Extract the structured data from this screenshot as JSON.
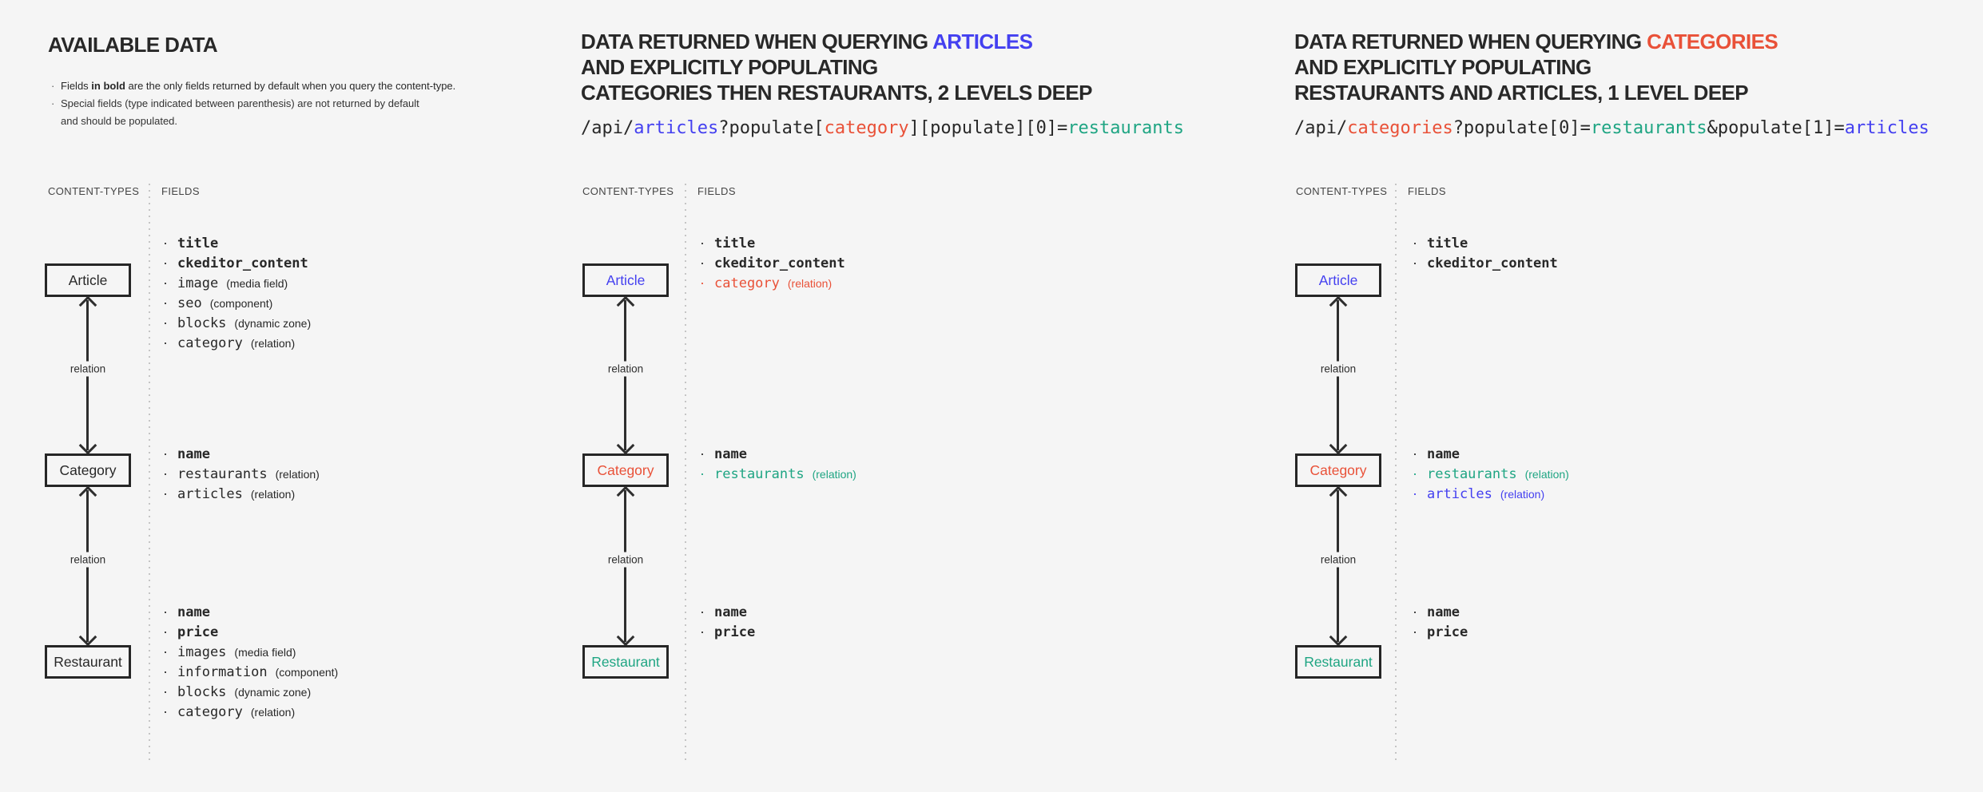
{
  "palette": {
    "background": "#f5f5f5",
    "ink": "#262626",
    "blue": "#4440f0",
    "red": "#e95138",
    "teal": "#1fa583",
    "divider_dots": "#c5c5c5"
  },
  "columns": [
    {
      "name": "available-data",
      "title_lines": [
        {
          "segments": [
            {
              "text": "AVAILABLE DATA",
              "color": "dark"
            }
          ]
        }
      ],
      "notes": {
        "line1_segments": [
          {
            "text": "Fields ",
            "color": "dark"
          },
          {
            "text": "in bold",
            "color": "dark",
            "bold": true
          },
          {
            "text": " are the only fields returned by default when you query the content-type.",
            "color": "dark"
          }
        ],
        "line2": "Special fields (type indicated between parenthesis) are not returned by default",
        "line3": "and should be populated."
      },
      "headers": {
        "content_types": "CONTENT-TYPES",
        "fields": "FIELDS"
      },
      "relation_label": "relation",
      "types": [
        {
          "box_label": "Article",
          "fields": [
            {
              "name": "title",
              "bold": true
            },
            {
              "name": "ckeditor_content",
              "bold": true
            },
            {
              "name": "image",
              "annotation": "(media field)"
            },
            {
              "name": "seo",
              "annotation": "(component)"
            },
            {
              "name": "blocks",
              "annotation": "(dynamic zone)"
            },
            {
              "name": "category",
              "annotation": "(relation)"
            }
          ]
        },
        {
          "box_label": "Category",
          "fields": [
            {
              "name": "name",
              "bold": true
            },
            {
              "name": "restaurants",
              "annotation": "(relation)"
            },
            {
              "name": "articles",
              "annotation": "(relation)"
            }
          ]
        },
        {
          "box_label": "Restaurant",
          "fields": [
            {
              "name": "name",
              "bold": true
            },
            {
              "name": "price",
              "bold": true
            },
            {
              "name": "images",
              "annotation": "(media field)"
            },
            {
              "name": "information",
              "annotation": "(component)"
            },
            {
              "name": "blocks",
              "annotation": "(dynamic zone)"
            },
            {
              "name": "category",
              "annotation": "(relation)"
            }
          ]
        }
      ]
    },
    {
      "name": "query-articles",
      "title_lines": [
        {
          "segments": [
            {
              "text": "DATA RETURNED WHEN QUERYING ",
              "color": "dark"
            },
            {
              "text": "ARTICLES",
              "color": "blue"
            }
          ]
        },
        {
          "segments": [
            {
              "text": "AND EXPLICITLY POPULATING",
              "color": "dark"
            }
          ]
        },
        {
          "segments": [
            {
              "text": "CATEGORIES THEN RESTAURANTS, 2 LEVELS DEEP",
              "color": "dark"
            }
          ]
        }
      ],
      "code_segments": [
        {
          "text": "/api/",
          "color": "dark"
        },
        {
          "text": "articles",
          "color": "blue"
        },
        {
          "text": "?populate[",
          "color": "dark"
        },
        {
          "text": "category",
          "color": "red"
        },
        {
          "text": "][populate][0]=",
          "color": "dark"
        },
        {
          "text": "restaurants",
          "color": "teal"
        }
      ],
      "headers": {
        "content_types": "CONTENT-TYPES",
        "fields": "FIELDS"
      },
      "relation_label": "relation",
      "types": [
        {
          "box_label": "Article",
          "label_color": "blue",
          "fields": [
            {
              "name": "title",
              "bold": true
            },
            {
              "name": "ckeditor_content",
              "bold": true
            },
            {
              "name": "category",
              "annotation": "(relation)",
              "color": "red"
            }
          ]
        },
        {
          "box_label": "Category",
          "label_color": "red",
          "fields": [
            {
              "name": "name",
              "bold": true
            },
            {
              "name": "restaurants",
              "annotation": "(relation)",
              "color": "teal"
            }
          ]
        },
        {
          "box_label": "Restaurant",
          "label_color": "teal",
          "fields": [
            {
              "name": "name",
              "bold": true
            },
            {
              "name": "price",
              "bold": true
            }
          ]
        }
      ]
    },
    {
      "name": "query-categories",
      "title_lines": [
        {
          "segments": [
            {
              "text": "DATA RETURNED WHEN QUERYING ",
              "color": "dark"
            },
            {
              "text": "CATEGORIES",
              "color": "red"
            }
          ]
        },
        {
          "segments": [
            {
              "text": "AND EXPLICITLY POPULATING",
              "color": "dark"
            }
          ]
        },
        {
          "segments": [
            {
              "text": "RESTAURANTS AND ARTICLES, 1 LEVEL DEEP",
              "color": "dark"
            }
          ]
        }
      ],
      "code_segments": [
        {
          "text": "/api/",
          "color": "dark"
        },
        {
          "text": "categories",
          "color": "red"
        },
        {
          "text": "?populate[0]=",
          "color": "dark"
        },
        {
          "text": "restaurants",
          "color": "teal"
        },
        {
          "text": "&populate[1]=",
          "color": "dark"
        },
        {
          "text": "articles",
          "color": "blue"
        }
      ],
      "headers": {
        "content_types": "CONTENT-TYPES",
        "fields": "FIELDS"
      },
      "relation_label": "relation",
      "types": [
        {
          "box_label": "Article",
          "label_color": "blue",
          "fields": [
            {
              "name": "title",
              "bold": true
            },
            {
              "name": "ckeditor_content",
              "bold": true
            }
          ]
        },
        {
          "box_label": "Category",
          "label_color": "red",
          "fields": [
            {
              "name": "name",
              "bold": true
            },
            {
              "name": "restaurants",
              "annotation": "(relation)",
              "color": "teal"
            },
            {
              "name": "articles",
              "annotation": "(relation)",
              "color": "blue"
            }
          ]
        },
        {
          "box_label": "Restaurant",
          "label_color": "teal",
          "fields": [
            {
              "name": "name",
              "bold": true
            },
            {
              "name": "price",
              "bold": true
            }
          ]
        }
      ]
    }
  ]
}
